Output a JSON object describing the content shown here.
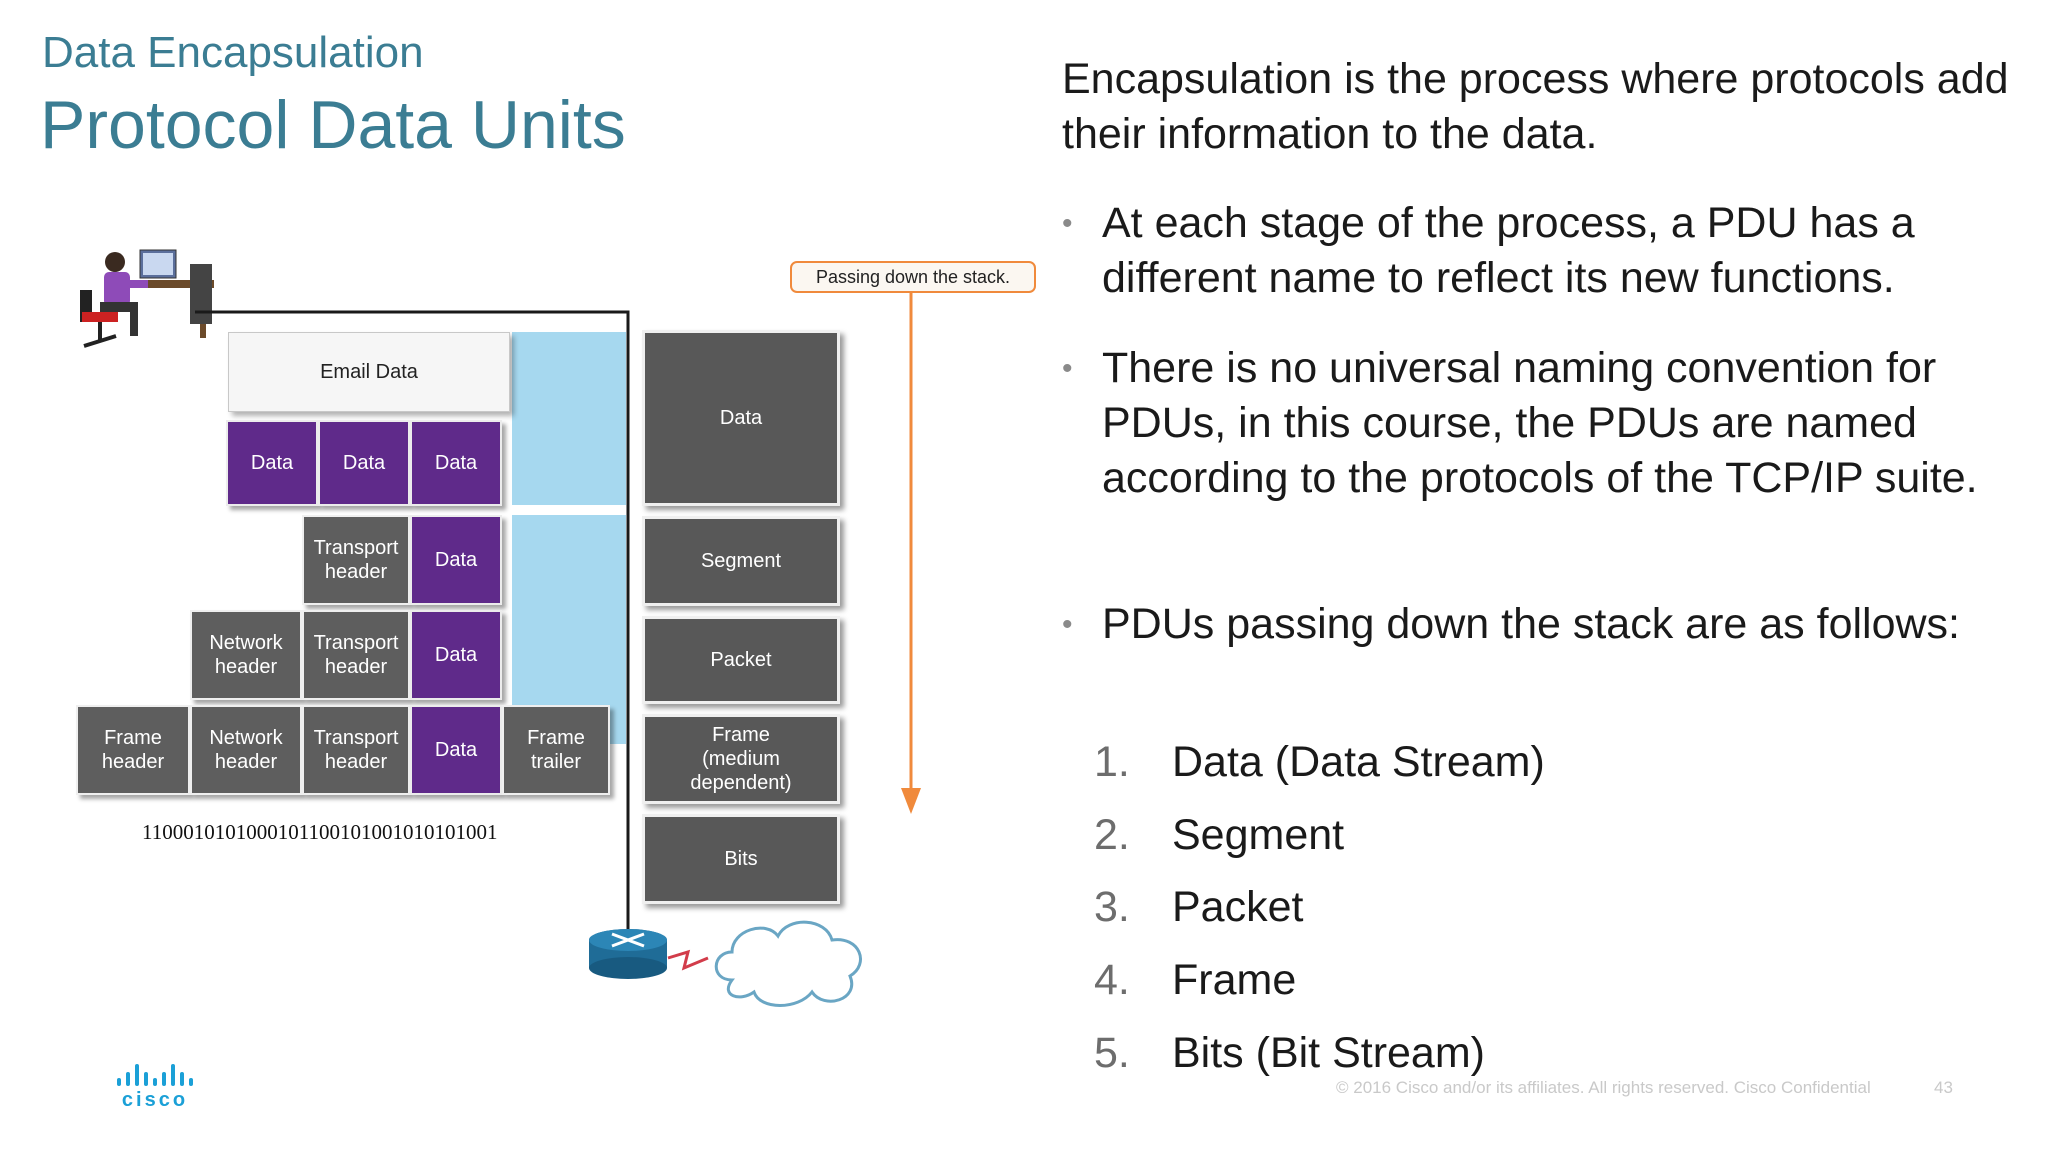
{
  "header": {
    "subtitle": "Data Encapsulation",
    "title": "Protocol Data Units"
  },
  "content": {
    "intro": "Encapsulation is the process where protocols add their information to the data.",
    "bullets": [
      "At each stage of the process, a PDU has a different name to reflect its new functions.",
      "There is no universal naming convention for PDUs, in this course, the PDUs are named according to the protocols of the TCP/IP suite.",
      "PDUs passing down the stack are as follows:"
    ],
    "list": [
      {
        "num": "1.",
        "text": "Data (Data Stream)"
      },
      {
        "num": "2.",
        "text": "Segment"
      },
      {
        "num": "3.",
        "text": "Packet"
      },
      {
        "num": "4.",
        "text": "Frame"
      },
      {
        "num": "5.",
        "text": "Bits (Bit Stream)"
      }
    ]
  },
  "diagram": {
    "callout": "Passing down the stack.",
    "email_data": "Email Data",
    "data_label": "Data",
    "transport_header": "Transport header",
    "network_header": "Network header",
    "frame_header": "Frame header",
    "frame_trailer": "Frame trailer",
    "bitstream": "1100010101000101100101001010101001",
    "pdu_names": [
      "Data",
      "Segment",
      "Packet",
      "Frame (medium dependent)",
      "Bits"
    ],
    "icons": {
      "user": "user-at-computer-icon",
      "router": "router-icon",
      "cloud": "network-cloud-icon"
    }
  },
  "footer": {
    "copyright": "© 2016  Cisco and/or its affiliates. All rights reserved.   Cisco Confidential",
    "page": "43",
    "logo": "cisco"
  },
  "colors": {
    "title": "#3b7d93",
    "pdu_data_block": "#5f2a8a",
    "header_block": "#5e5e5e",
    "stack_column": "#a6d8ef",
    "arrow": "#f08a3c",
    "logo": "#1ba0d7"
  }
}
